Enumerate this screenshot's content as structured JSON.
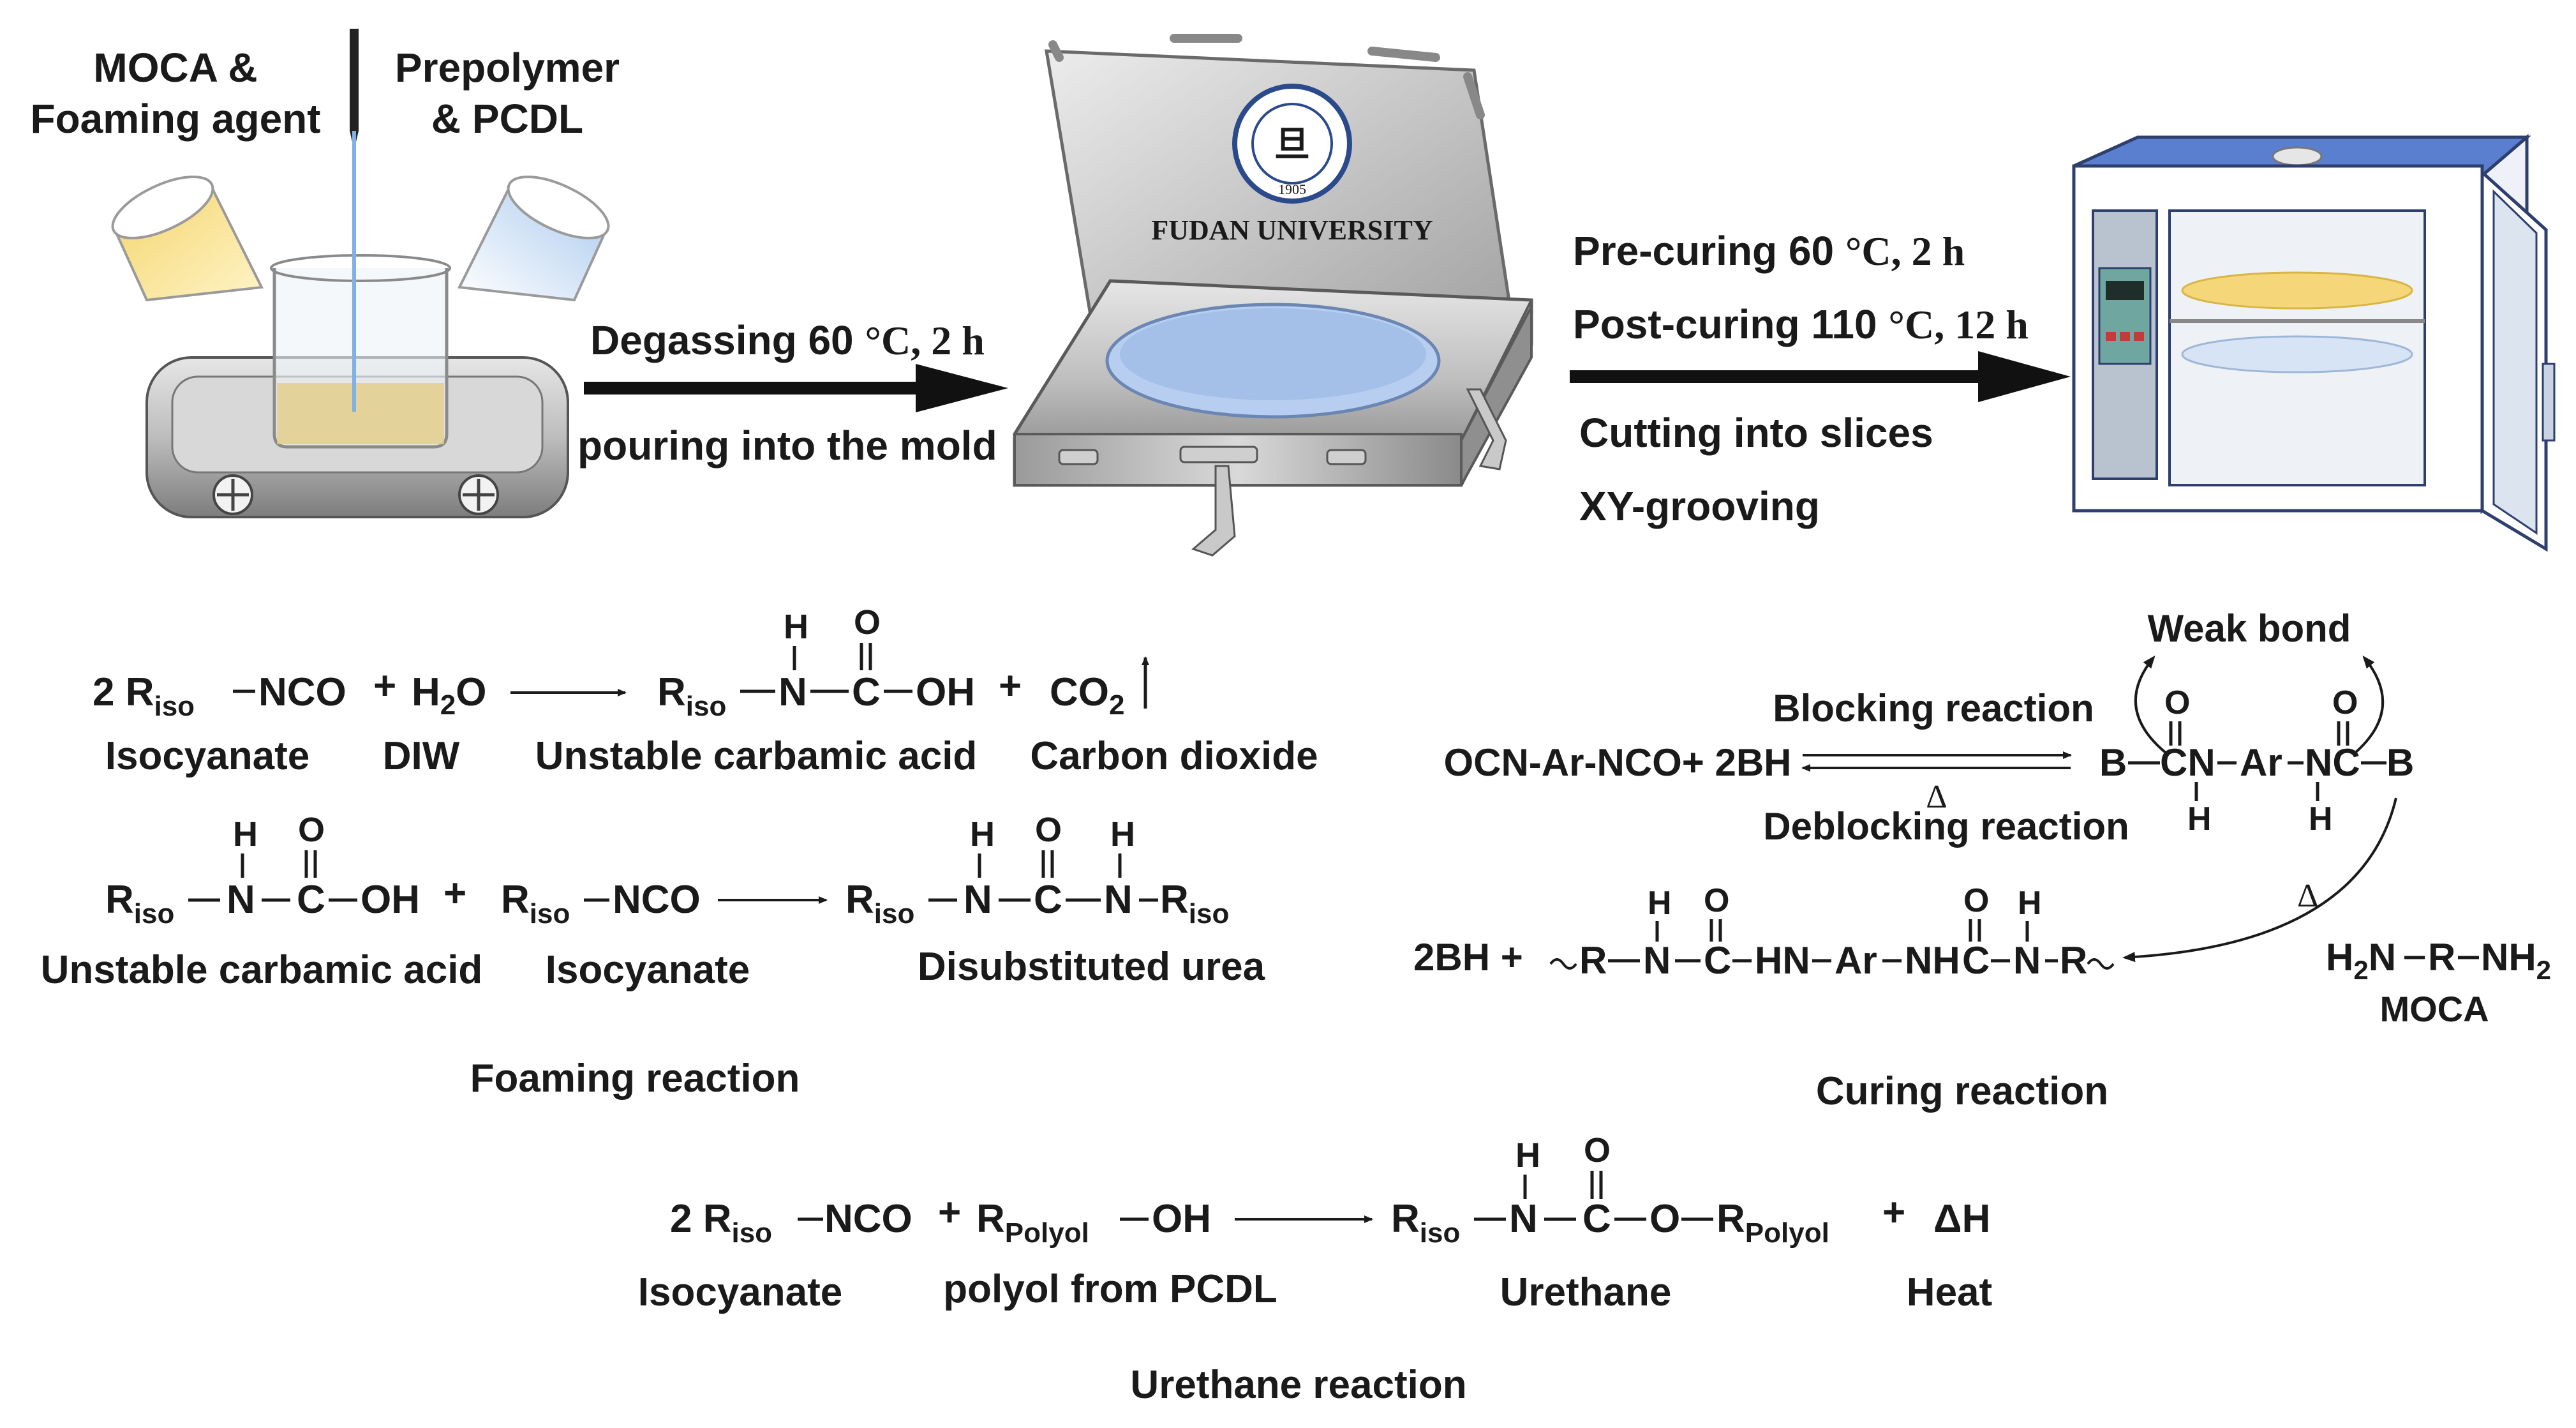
{
  "process": {
    "reagents_left_line1": "MOCA &",
    "reagents_left_line2": "Foaming agent",
    "reagents_right_line1": "Prepolymer",
    "reagents_right_line2": "& PCDL",
    "step1_top": "Degassing 60",
    "step1_top_unit": "°C, 2 h",
    "step1_bottom": "pouring into the mold",
    "mold_brand": "FUDAN UNIVERSITY",
    "seal_year": "1905",
    "step2_line1": "Pre-curing 60",
    "step2_line1_unit": "°C, 2 h",
    "step2_line2": "Post-curing 110",
    "step2_line2_unit": "°C, 12 h",
    "step2_line3": "Cutting into slices",
    "step2_line4": "XY-grooving"
  },
  "foaming": {
    "title": "Foaming reaction",
    "r1": {
      "coef": "2 R",
      "sub": "iso",
      "group": "NCO",
      "plus": "+",
      "water": "H",
      "water_sub": "2",
      "water_o": "O",
      "p_r": "R",
      "p_sub": "iso",
      "N": "N",
      "H": "H",
      "C": "C",
      "O": "O",
      "OH": "OH",
      "co2": "CO",
      "co2_sub": "2",
      "label_reactant1": "Isocyanate",
      "label_reactant2": "DIW",
      "label_product1": "Unstable carbamic acid",
      "label_product2": "Carbon dioxide"
    },
    "r2": {
      "r": "R",
      "sub": "iso",
      "N": "N",
      "H": "H",
      "C": "C",
      "O": "O",
      "OH": "OH",
      "plus": "+",
      "group": "NCO",
      "label_reactant1": "Unstable carbamic acid",
      "label_reactant2": "Isocyanate",
      "label_product": "Disubstituted urea"
    }
  },
  "curing": {
    "title": "Curing reaction",
    "weak_bond": "Weak bond",
    "blocking": "Blocking reaction",
    "deblocking": "Deblocking reaction",
    "delta": "Δ",
    "reactant": "OCN-Ar-NCO+ 2BH",
    "B": "B",
    "C": "C",
    "N": "N",
    "H": "H",
    "O": "O",
    "Ar": "Ar",
    "byproduct": "2BH +",
    "chain_R": "R",
    "chain_HN": "HN",
    "chain_NH": "NH",
    "moca_formula_h": "H",
    "moca_formula_2": "2",
    "moca_formula_n": "N",
    "moca_formula_r": "R",
    "moca_formula_nh": "NH",
    "moca_label": "MOCA"
  },
  "urethane": {
    "title": "Urethane reaction",
    "coef": "2 R",
    "sub": "iso",
    "group": "NCO",
    "plus": "+",
    "polyol_r": "R",
    "polyol_sub": "Polyol",
    "OH": "OH",
    "N": "N",
    "H": "H",
    "C": "C",
    "O": "O",
    "dh": "ΔH",
    "label_reactant1": "Isocyanate",
    "label_reactant2": "polyol from PCDL",
    "label_product": "Urethane",
    "label_heat": "Heat"
  }
}
